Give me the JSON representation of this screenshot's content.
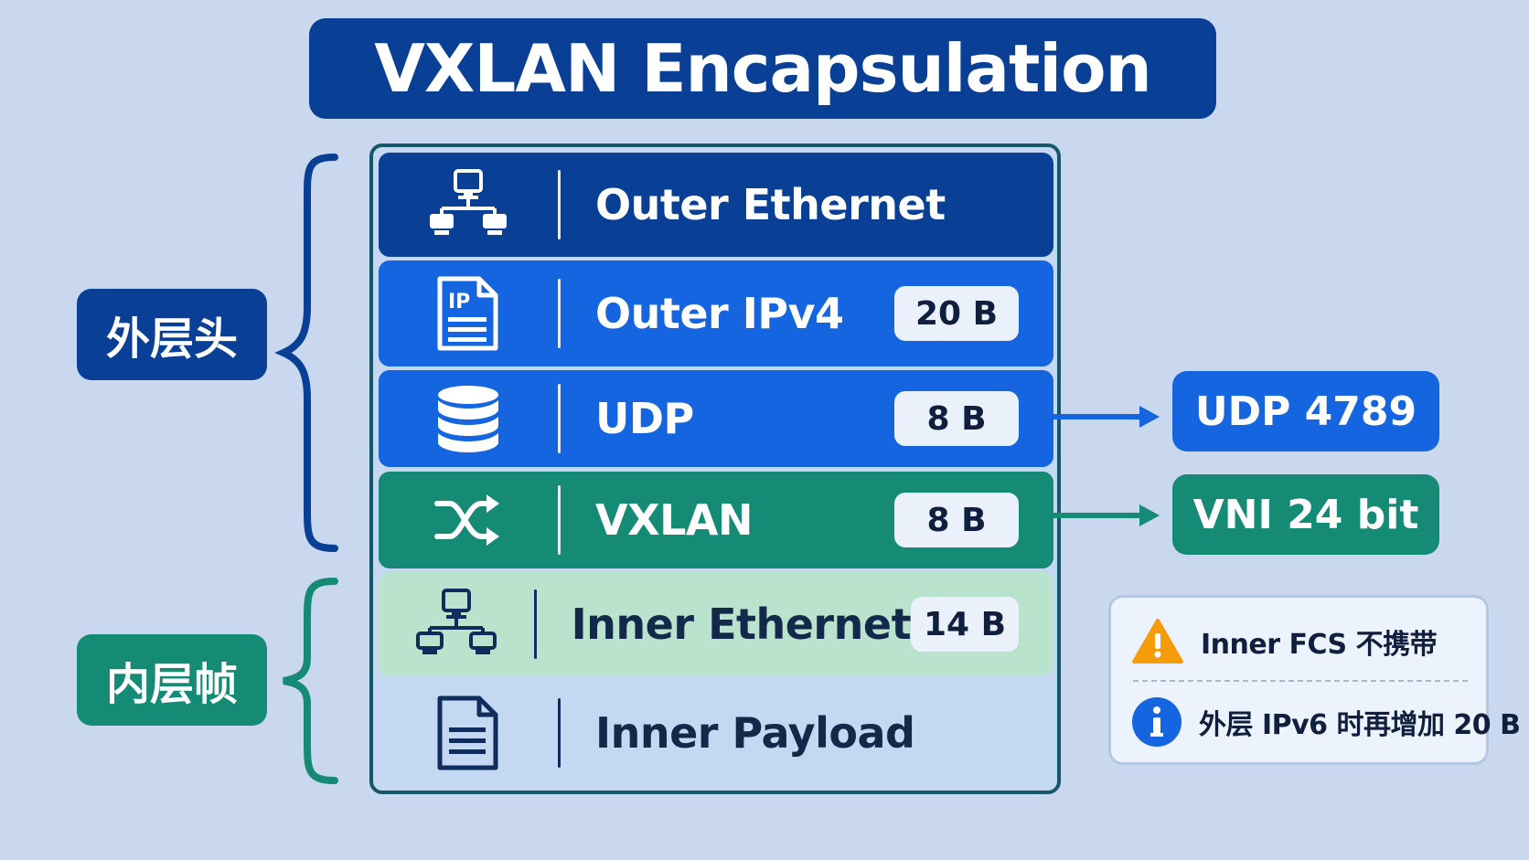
{
  "title": "VXLAN Encapsulation",
  "layers": [
    {
      "name": "Outer Ethernet",
      "icon": "network-computers-icon",
      "size": ""
    },
    {
      "name": "Outer IPv4",
      "icon": "ip-document-icon",
      "size": "20 B"
    },
    {
      "name": "UDP",
      "icon": "database-stack-icon",
      "size": "8 B"
    },
    {
      "name": "VXLAN",
      "icon": "shuffle-icon",
      "size": "8 B"
    },
    {
      "name": "Inner Ethernet",
      "icon": "network-computers-icon",
      "size": "14 B"
    },
    {
      "name": "Inner Payload",
      "icon": "document-icon",
      "size": ""
    }
  ],
  "groups": {
    "outer": {
      "label": "外层头",
      "color": "#0a3f96"
    },
    "inner": {
      "label": "内层帧",
      "color": "#158a74"
    }
  },
  "callouts": {
    "udp_port": "UDP 4789",
    "vni": "VNI 24 bit"
  },
  "notes": {
    "warning": "Inner FCS 不携带",
    "info": "外层 IPv6 时再增加 20 B"
  },
  "colors": {
    "background": "#c9d8ee",
    "dark_blue": "#0a3f96",
    "blue": "#1565e0",
    "green": "#158a74",
    "light_green": "#b9e3cc",
    "warning": "#f59c0b"
  }
}
